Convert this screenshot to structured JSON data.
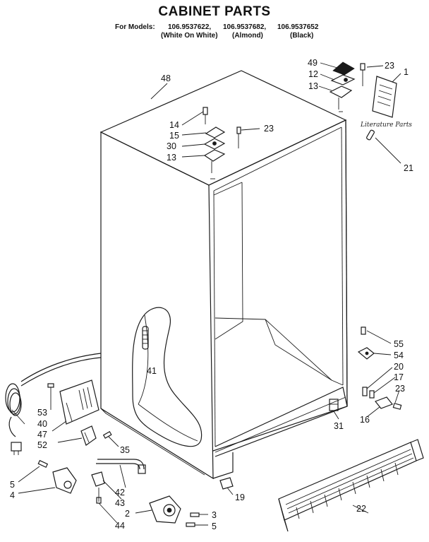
{
  "title": "CABINET PARTS",
  "models": {
    "label": "For Models:",
    "numbers": [
      "106.9537622,",
      "106.9537682,",
      "106.9537652"
    ],
    "colors": [
      "(White On White)",
      "(Almond)",
      "(Black)"
    ]
  },
  "literature_label": "Literature Parts",
  "callouts": {
    "p48": "48",
    "p49": "49",
    "p12": "12",
    "p13a": "13",
    "p23a": "23",
    "p1": "1",
    "p14": "14",
    "p15": "15",
    "p30": "30",
    "p13b": "13",
    "p23b": "23",
    "p21": "21",
    "p41": "41",
    "p55": "55",
    "p54": "54",
    "p20": "20",
    "p17": "17",
    "p23c": "23",
    "p16": "16",
    "p31": "31",
    "p53": "53",
    "p40": "40",
    "p47": "47",
    "p52": "52",
    "p35": "35",
    "p5a": "5",
    "p4": "4",
    "p42": "42",
    "p43": "43",
    "p2": "2",
    "p44": "44",
    "p3": "3",
    "p5b": "5",
    "p19": "19",
    "p22": "22"
  }
}
